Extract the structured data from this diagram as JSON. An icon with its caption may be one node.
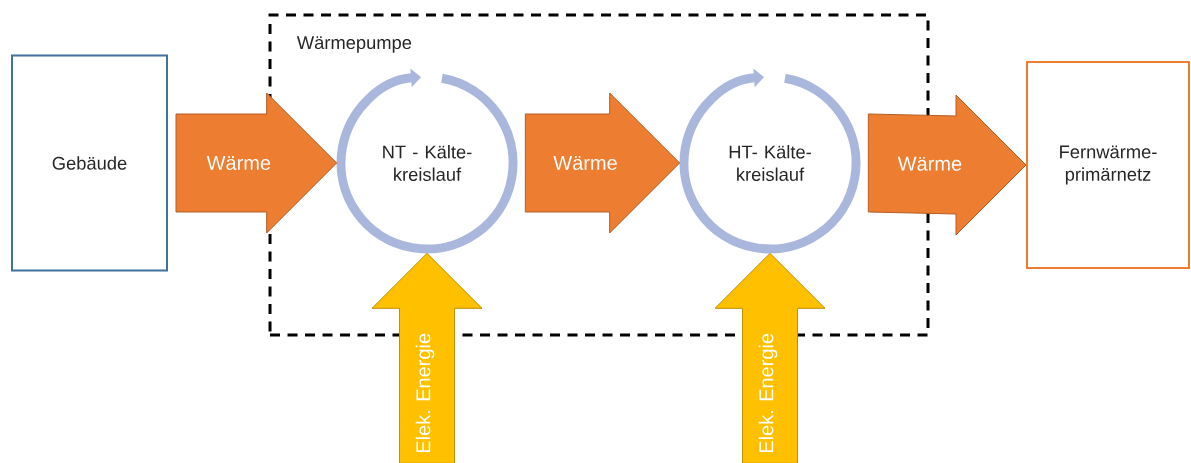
{
  "diagram": {
    "nodes": [
      {
        "text": [
          "Wärmepumpe"
        ]
      },
      {
        "text": [
          "Gebäude"
        ]
      },
      {
        "text": [
          "NT - Kälte- kreislauf"
        ],
        "in": 0
      },
      {
        "text": [
          "HT- Kälte- kreislauf"
        ],
        "in": 0
      },
      {
        "text": [
          "Fernwärme- primärnetz"
        ]
      }
    ],
    "edges": [
      {
        "from": 1,
        "to": 2,
        "arrow": "to",
        "label": "Wärme"
      },
      {
        "from": 2,
        "to": 3,
        "arrow": "to",
        "label": "Wärme"
      },
      {
        "from": 3,
        "to": 4,
        "arrow": "to",
        "label": "Wärme"
      },
      {
        "from": null,
        "to": 2,
        "arrow": "to",
        "label": "Elek. Energie",
        "color": "#ffc000"
      },
      {
        "from": null,
        "to": 3,
        "arrow": "to",
        "label": "Elek. Energie",
        "color": "#ffc000"
      }
    ]
  }
}
